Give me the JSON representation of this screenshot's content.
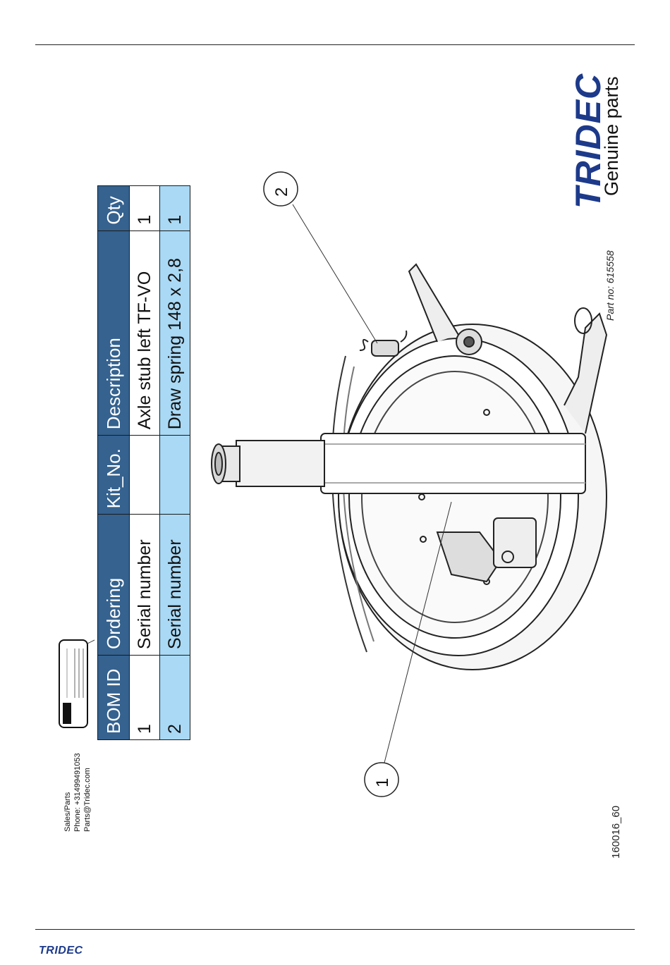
{
  "contact": {
    "line1": "Sales/Parts",
    "line2": "Phone: +31499491053",
    "line3": "Parts@Tridec.com"
  },
  "bom_table": {
    "headers": [
      "BOM ID",
      "Ordering",
      "Kit_No.",
      "Description",
      "Qty"
    ],
    "rows": [
      {
        "bom_id": "1",
        "ordering": "Serial number",
        "kit_no": "",
        "description": "Axle stub left TF-VO",
        "qty": "1"
      },
      {
        "bom_id": "2",
        "ordering": "Serial number",
        "kit_no": "",
        "description": "Draw spring 148 x 2,8",
        "qty": "1"
      }
    ],
    "header_color": "#35628f",
    "alt_row_color": "#a9d9f5"
  },
  "callouts": [
    "1",
    "2"
  ],
  "doc_id": "160016_60",
  "part_no": "Part no: 615558",
  "brand": {
    "name": "TRIDEC",
    "tagline": "Genuine parts",
    "color": "#1d3a8a"
  },
  "footer": {
    "logo": "TRIDEC"
  }
}
